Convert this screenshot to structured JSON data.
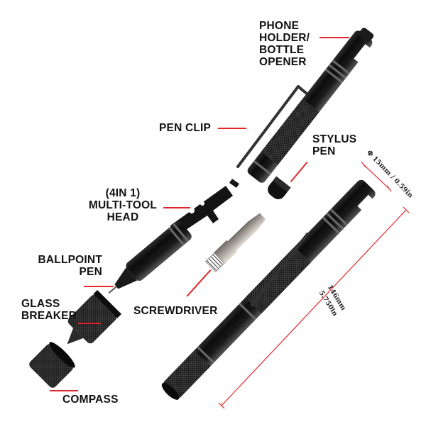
{
  "labels": {
    "phone_holder": [
      "PHONE",
      "HOLDER/",
      "BOTTLE",
      "OPENER"
    ],
    "pen_clip": "PEN CLIP",
    "stylus_pen": [
      "STYLUS",
      "PEN"
    ],
    "multi_tool_head": [
      "(4IN 1)",
      "MULTI-TOOL",
      "HEAD"
    ],
    "ballpoint_pen": [
      "BALLPOINT",
      "PEN"
    ],
    "glass_breaker": [
      "GLASS",
      "BREAKER"
    ],
    "screwdriver": "SCREWDRIVER",
    "compass": "COMPASS"
  },
  "dimensions": {
    "diameter": "Φ 15mm / 0.59in",
    "length": [
      "146mm",
      "5.750in"
    ]
  },
  "colors": {
    "leader": "#e0262b",
    "metal_dark": "#141414",
    "metal_mid": "#3a3a3a",
    "highlight": "#9a9a9a",
    "bit": "#b8b4ae"
  }
}
